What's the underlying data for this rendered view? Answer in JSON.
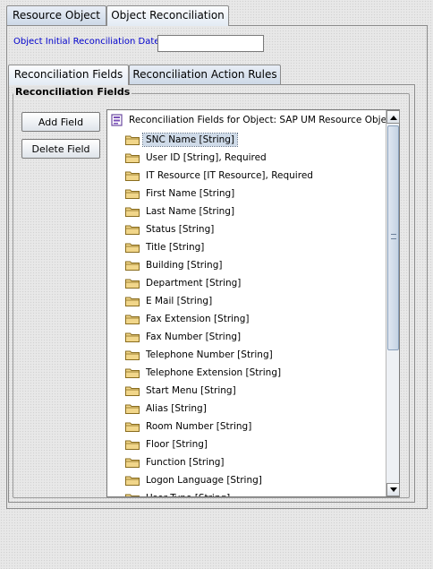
{
  "top_tabs": [
    {
      "label": "Resource Object",
      "active": false
    },
    {
      "label": "Object Reconciliation",
      "active": true
    }
  ],
  "recon_date": {
    "label": "Object Initial Reconciliation Date",
    "value": ""
  },
  "sub_tabs": [
    {
      "label": "Reconciliation Fields",
      "active": true
    },
    {
      "label": "Reconciliation Action Rules",
      "active": false
    }
  ],
  "fields_group": {
    "title": "Reconciliation Fields"
  },
  "buttons": {
    "add": "Add Field",
    "delete": "Delete Field"
  },
  "tree": {
    "root": "Reconciliation Fields for Object: SAP UM Resource Object",
    "selected_index": 0,
    "items": [
      "SNC Name [String]",
      "User ID [String], Required",
      "IT Resource [IT Resource], Required",
      "First Name [String]",
      "Last Name [String]",
      "Status [String]",
      "Title [String]",
      "Building [String]",
      "Department [String]",
      "E Mail [String]",
      "Fax Extension [String]",
      "Fax Number [String]",
      "Telephone Number [String]",
      "Telephone Extension [String]",
      "Start Menu [String]",
      "Alias [String]",
      "Room Number [String]",
      "Floor [String]",
      "Function [String]",
      "Logon Language [String]",
      "User Type [String]"
    ]
  },
  "colors": {
    "accent_text": "#0000cc",
    "selection": "#cfdbe9",
    "folder": "#f1d68a"
  }
}
